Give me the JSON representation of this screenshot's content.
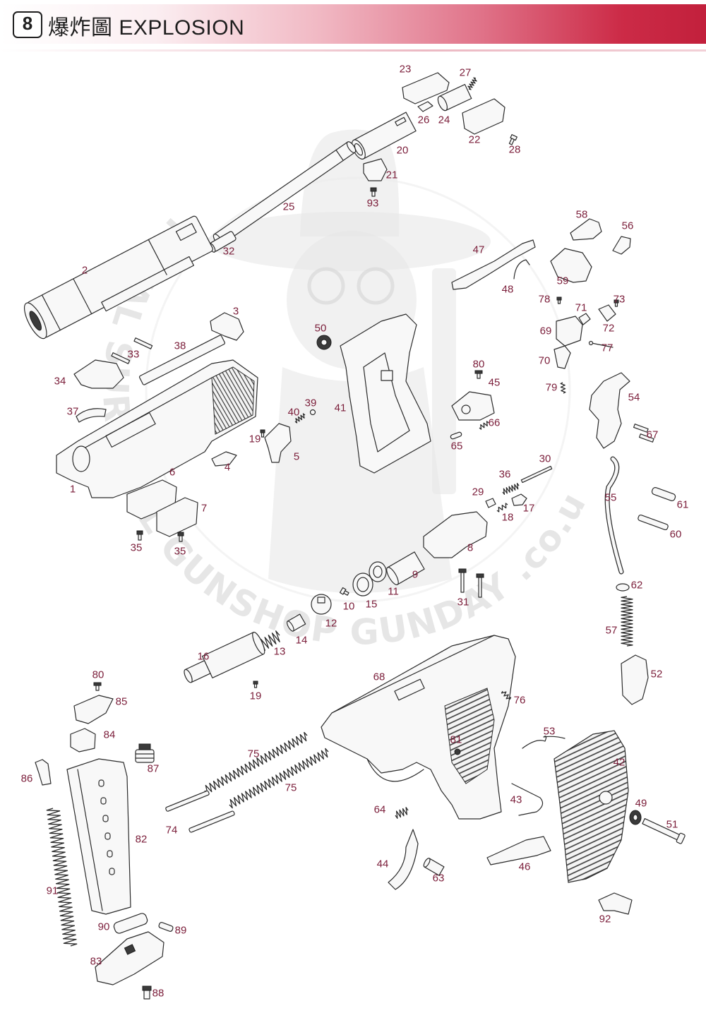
{
  "header": {
    "section_number": "8",
    "title": "爆炸圖 EXPLOSION"
  },
  "watermark": {
    "text": "TOTAL SURVIVAL GUNSHOP GUNDAY .co.uk"
  },
  "colors": {
    "label": "#7b1e3a",
    "banner_light": "#fbeef1",
    "banner_dark": "#c2203c",
    "outline": "#2b2b2b"
  },
  "part_labels": [
    "23",
    "27",
    "26",
    "24",
    "22",
    "28",
    "20",
    "21",
    "93",
    "25",
    "58",
    "56",
    "47",
    "32",
    "2",
    "59",
    "48",
    "78",
    "73",
    "71",
    "3",
    "72",
    "50",
    "69",
    "38",
    "33",
    "77",
    "80",
    "70",
    "34",
    "45",
    "79",
    "54",
    "39",
    "41",
    "40",
    "37",
    "66",
    "67",
    "19",
    "65",
    "5",
    "30",
    "4",
    "6",
    "36",
    "29",
    "1",
    "55",
    "61",
    "17",
    "7",
    "18",
    "60",
    "35",
    "35",
    "8",
    "9",
    "62",
    "11",
    "31",
    "15",
    "10",
    "12",
    "57",
    "14",
    "13",
    "16",
    "52",
    "80",
    "68",
    "19",
    "76",
    "85",
    "53",
    "84",
    "81",
    "75",
    "87",
    "42",
    "86",
    "75",
    "43",
    "49",
    "64",
    "74",
    "51",
    "82",
    "46",
    "44",
    "63",
    "91",
    "92",
    "90",
    "89",
    "83",
    "88"
  ]
}
